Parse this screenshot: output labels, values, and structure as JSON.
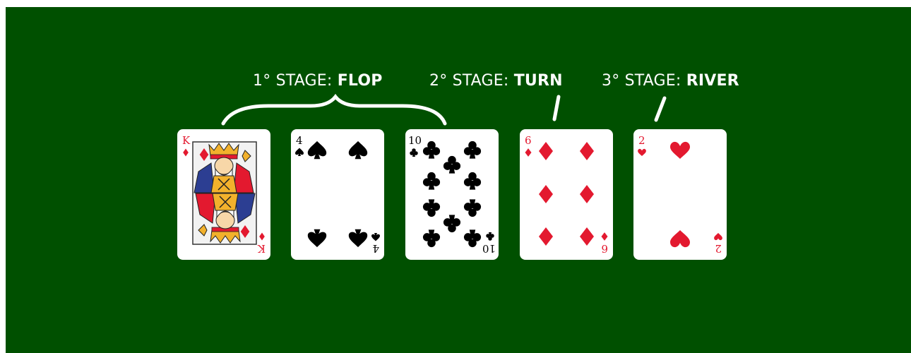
{
  "stages": [
    {
      "prefix": "1° STAGE: ",
      "name": "FLOP"
    },
    {
      "prefix": "2° STAGE: ",
      "name": "TURN"
    },
    {
      "prefix": "3° STAGE: ",
      "name": "RIVER"
    }
  ],
  "cards": [
    {
      "rank": "K",
      "suit": "diamond",
      "color": "#e3192f"
    },
    {
      "rank": "4",
      "suit": "spade",
      "color": "#000000"
    },
    {
      "rank": "10",
      "suit": "club",
      "color": "#000000"
    },
    {
      "rank": "6",
      "suit": "diamond",
      "color": "#e3192f"
    },
    {
      "rank": "2",
      "suit": "heart",
      "color": "#e3192f"
    }
  ],
  "colors": {
    "felt": "#005000",
    "red": "#e3192f",
    "black": "#000000"
  }
}
